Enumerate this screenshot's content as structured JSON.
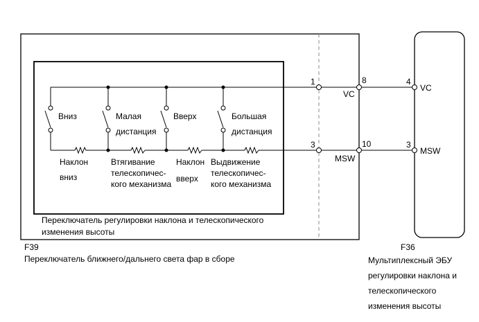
{
  "pins": {
    "p1": "1",
    "p3": "3",
    "p8": "8",
    "p10": "10",
    "p4": "4",
    "p3b": "3"
  },
  "signals": {
    "vc_left": "VC",
    "msw_left": "MSW",
    "vc_right": "VC",
    "msw_right": "MSW"
  },
  "switches": {
    "s1": [
      "Вниз"
    ],
    "s2": [
      "Малая",
      "дистанция"
    ],
    "s3": [
      "Вверх"
    ],
    "s4": [
      "Большая",
      "дистанция"
    ]
  },
  "resistors": {
    "r1": [
      "Наклон",
      "вниз"
    ],
    "r2": [
      "Втягивание",
      "телескопичес-",
      "кого механизма"
    ],
    "r3": [
      "Наклон",
      "вверх"
    ],
    "r4": [
      "Выдвижение",
      "телескопичес-",
      "кого механизма"
    ]
  },
  "inner_box_label": [
    "Переключатель регулировки наклона и телескопического",
    "изменения высоты"
  ],
  "f39": {
    "code": "F39",
    "name": "Переключатель ближнего/дальнего света фар в сборе"
  },
  "f36": {
    "code": "F36",
    "name": [
      "Мультиплексный ЭБУ",
      "регулировки наклона и",
      "телескопического",
      "изменения высоты"
    ]
  }
}
